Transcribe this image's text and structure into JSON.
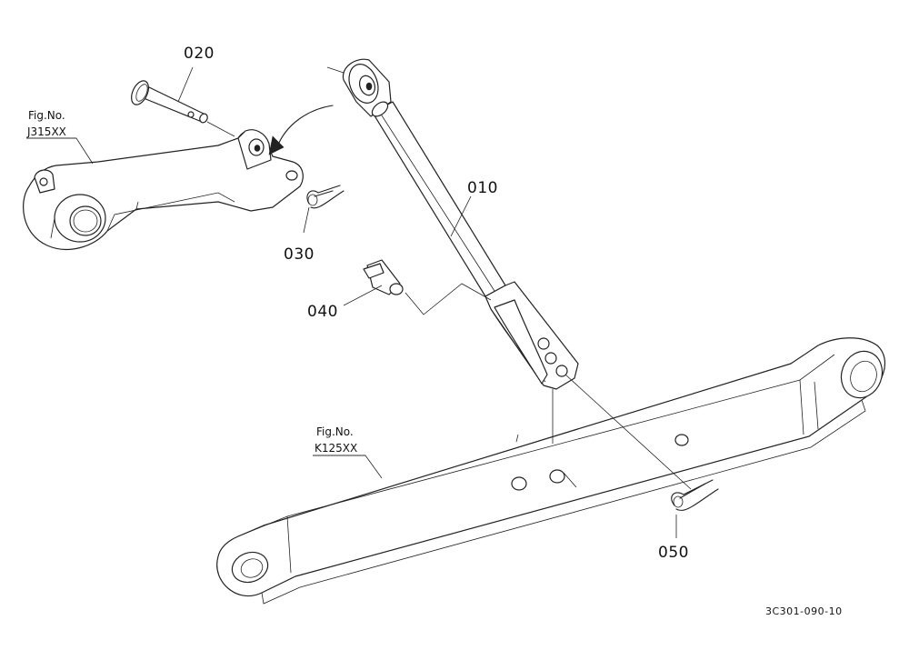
{
  "parts": {
    "p010": "010",
    "p020": "020",
    "p030": "030",
    "p040": "040",
    "p050": "050"
  },
  "refs": {
    "upper_arm": {
      "caption": "Fig.No.",
      "number": "J315XX"
    },
    "lower_link": {
      "caption": "Fig.No.",
      "number": "K125XX"
    }
  },
  "drawing_code": "3C301-090-10",
  "colors": {
    "ink": "#222222",
    "background": "#ffffff"
  }
}
